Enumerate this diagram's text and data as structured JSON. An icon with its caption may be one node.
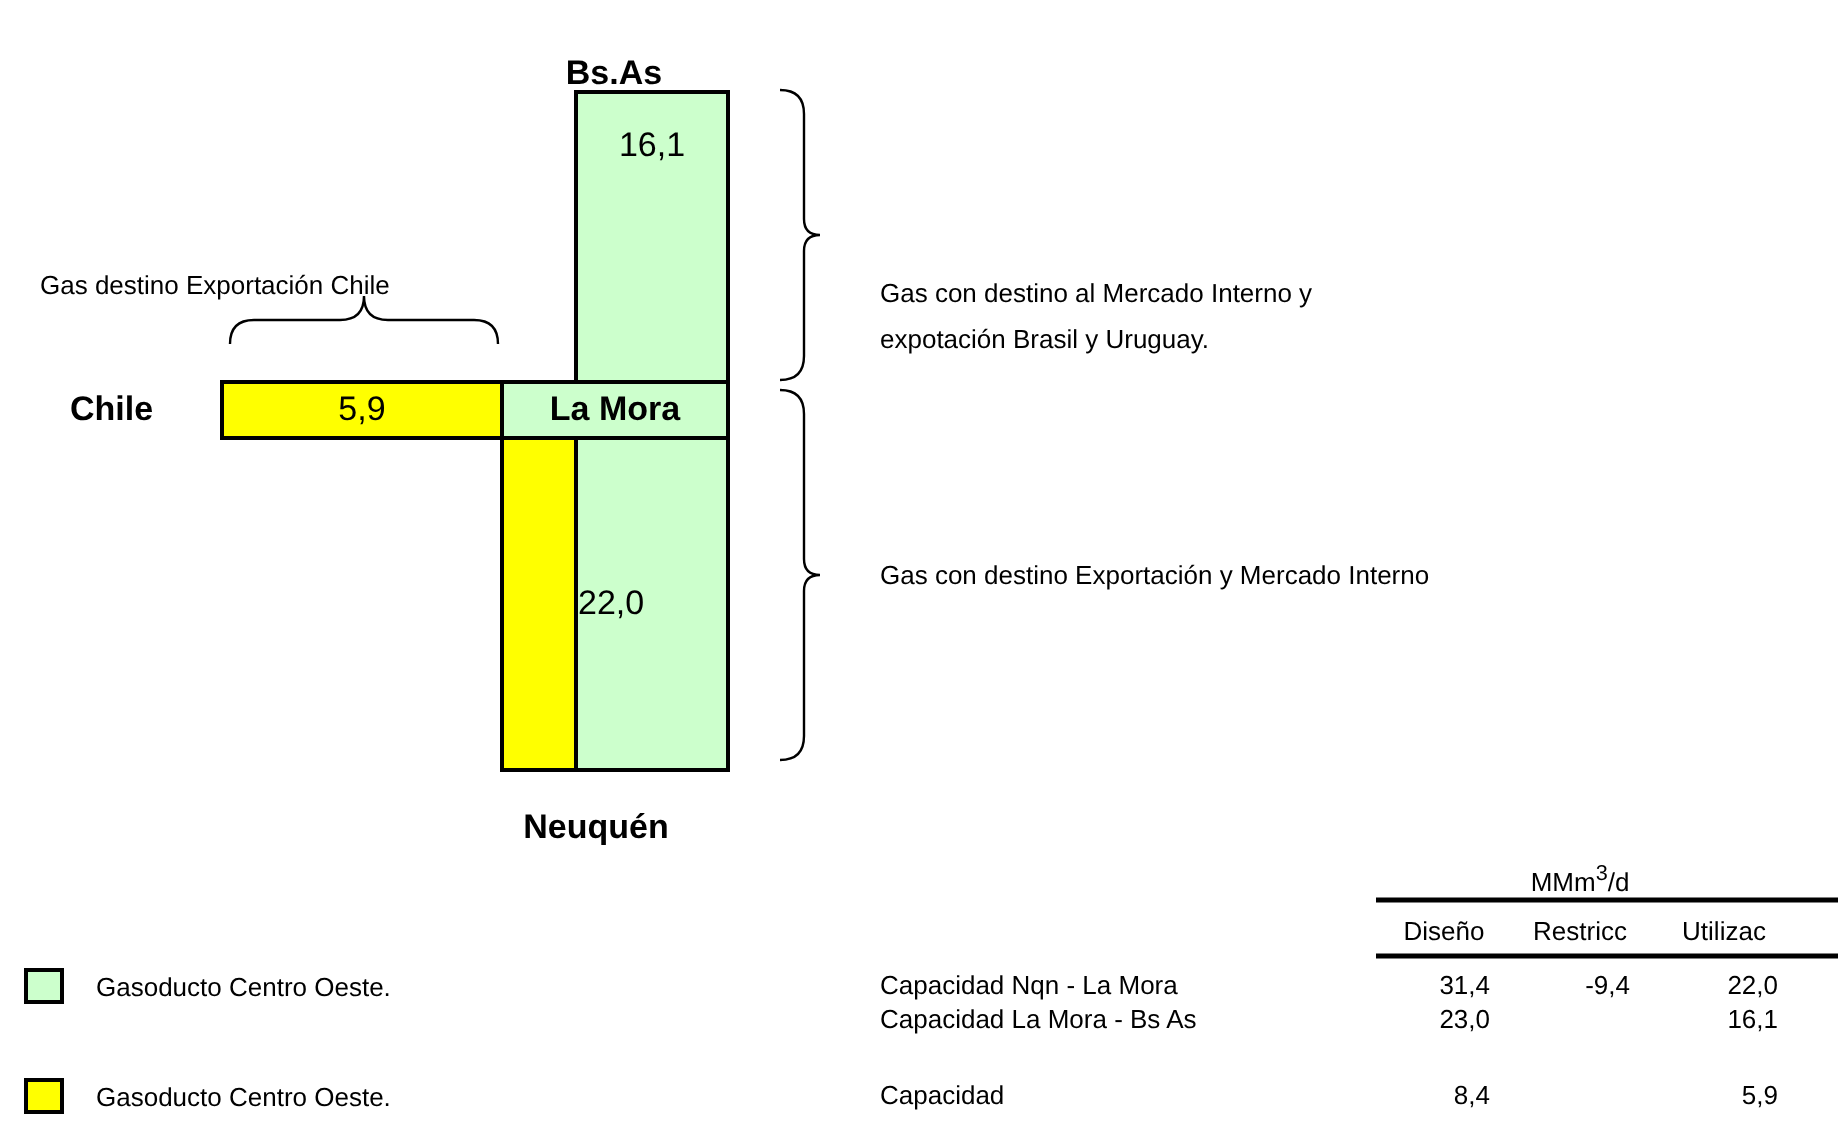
{
  "diagram": {
    "nodes": [
      {
        "text": [
          "16,1"
        ]
      },
      {
        "text": [
          "5,9"
        ]
      },
      {
        "text": [
          "La Mora"
        ]
      },
      {
        "text": [
          "22,0"
        ]
      }
    ],
    "labels": [
      "Bs.As",
      "Gas destino Exportación Chile",
      "Gas con destino al Mercado Interno y expotación Brasil y Uruguay.",
      "Chile",
      "Gas con destino Exportación y Mercado Interno",
      "Neuquén",
      "MMm$^{3}$/d",
      "Diseño",
      "Restricc",
      "Utilizac",
      "Capacidad Nqn - La Mora",
      "31,4",
      "-9,4",
      "22,0",
      "Capacidad La Mora - Bs As",
      "23,0",
      "16,1",
      "Capacidad",
      "8,4",
      "5,9"
    ],
    "legend": [
      {
        "text": "Gasoducto Centro Oeste.",
        "color": "#ccffcc"
      },
      {
        "text": "Gasoducto Centro Oeste.",
        "color": "#ffff00"
      }
    ]
  }
}
